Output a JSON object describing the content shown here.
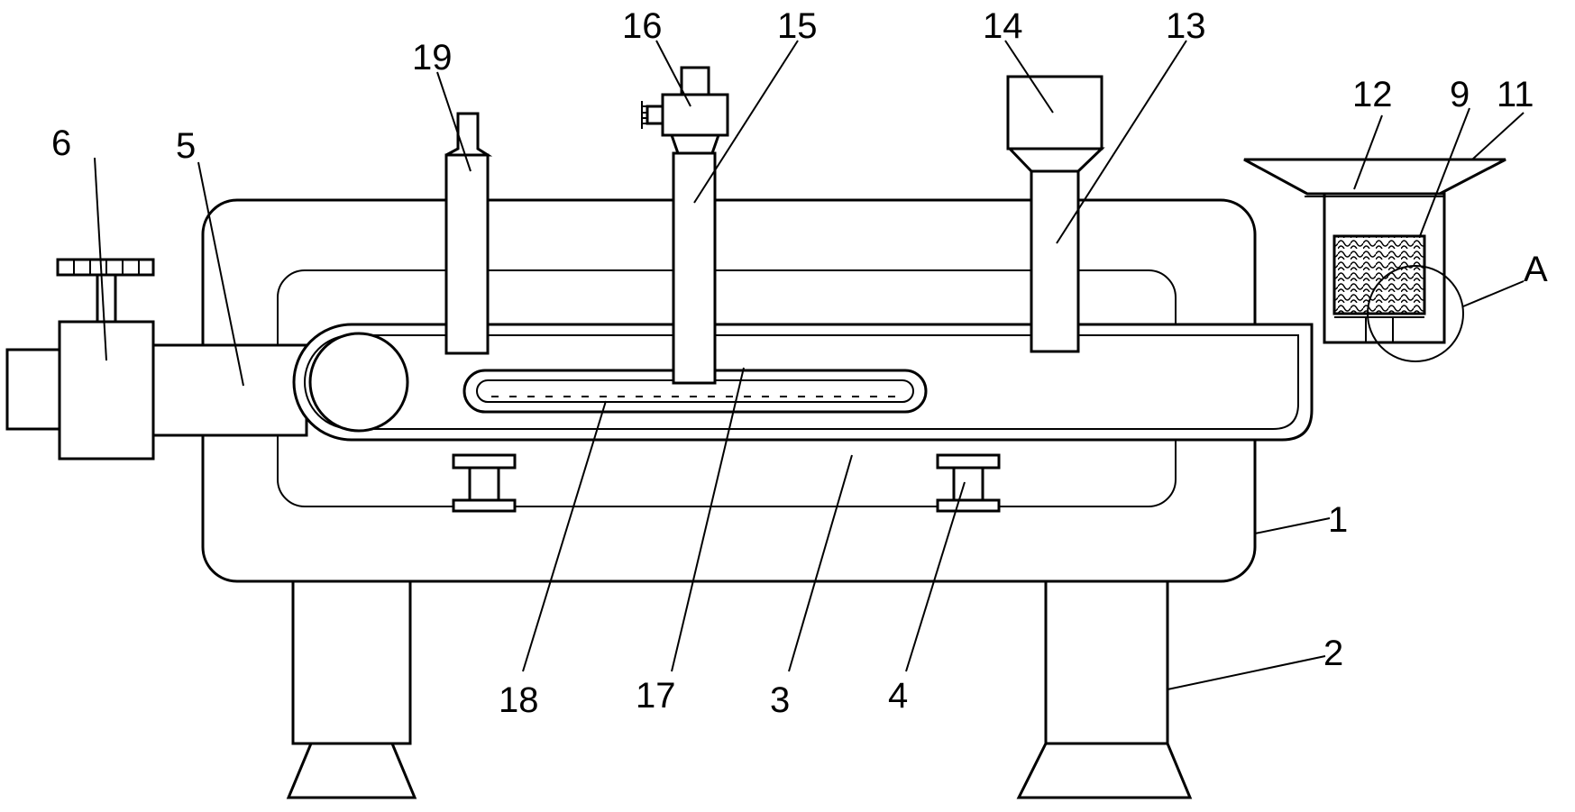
{
  "labels": {
    "l1": "1",
    "l2": "2",
    "l3": "3",
    "l4": "4",
    "l5": "5",
    "l6": "6",
    "l9": "9",
    "l11": "11",
    "l12": "12",
    "l13": "13",
    "l14": "14",
    "l15": "15",
    "l16": "16",
    "l17": "17",
    "l18": "18",
    "l19": "19",
    "lA": "A"
  }
}
